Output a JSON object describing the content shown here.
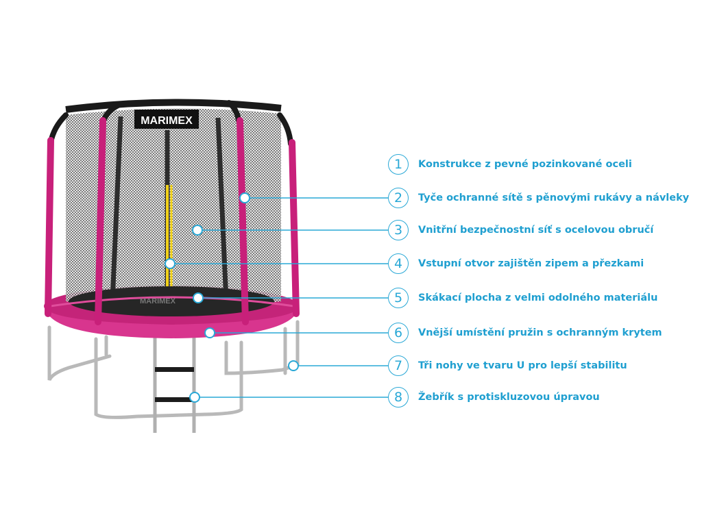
{
  "brand": {
    "name": "MARIMEX",
    "mat_logo": "MARIMEX"
  },
  "colors": {
    "accent": "#29a8d6",
    "text": "#1f9fd0",
    "frame_pink": "#c8207a",
    "pad_pink": "#d8358e",
    "net": "#1b1b1b",
    "zip_yellow": "#f2d21a"
  },
  "features": [
    {
      "number": "1",
      "text": "Konstrukce z pevné pozinkované oceli"
    },
    {
      "number": "2",
      "text": "Tyče ochranné sítě s pěnovými rukávy a návleky"
    },
    {
      "number": "3",
      "text": "Vnitřní bezpečnostní síť s ocelovou obručí"
    },
    {
      "number": "4",
      "text": "Vstupní otvor zajištěn zipem a přezkami"
    },
    {
      "number": "5",
      "text": "Skákací plocha z velmi odolného materiálu"
    },
    {
      "number": "6",
      "text": "Vnější umístění pružin s ochranným krytem"
    },
    {
      "number": "7",
      "text": "Tři nohy ve tvaru U pro lepší stabilitu"
    },
    {
      "number": "8",
      "text": "Žebřík s protiskluzovou úpravou"
    }
  ]
}
